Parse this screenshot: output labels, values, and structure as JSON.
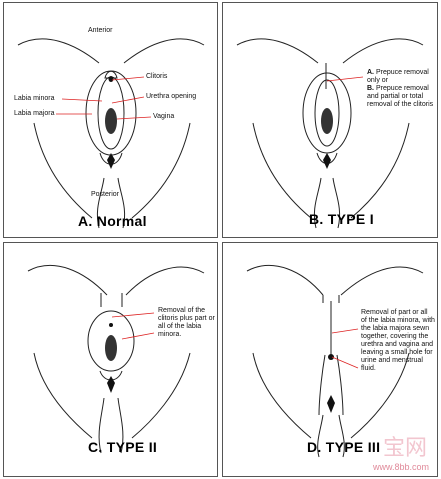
{
  "panels": {
    "normal": {
      "title": "A. Normal",
      "labels": {
        "anterior": "Anterior",
        "clitoris": "Clitoris",
        "labia_minora": "Labia minora",
        "urethra_opening": "Urethra  opening",
        "labia_majora": "Labia majora",
        "vagina": "Vagina",
        "posterior": "Posterior"
      }
    },
    "type1": {
      "title": "B.  TYPE I",
      "note_a_mark": "A.",
      "note_a_text": " Prepuce removal only or",
      "note_b_mark": "B.",
      "note_b_text": " Prepuce removal and partial or total removal of the clitoris"
    },
    "type2": {
      "title": "C.  TYPE II",
      "note": "Removal of the clitoris plus part or all of the labia minora."
    },
    "type3": {
      "title": "D.  TYPE III",
      "note": "Removal of part or all of the labia minora, with the labia majora sewn together, covering the urethra and vagina and leaving a small hole for urine and menstrual fluid."
    }
  },
  "watermark": {
    "logo": "宝网",
    "url": "www.8bb.com"
  }
}
